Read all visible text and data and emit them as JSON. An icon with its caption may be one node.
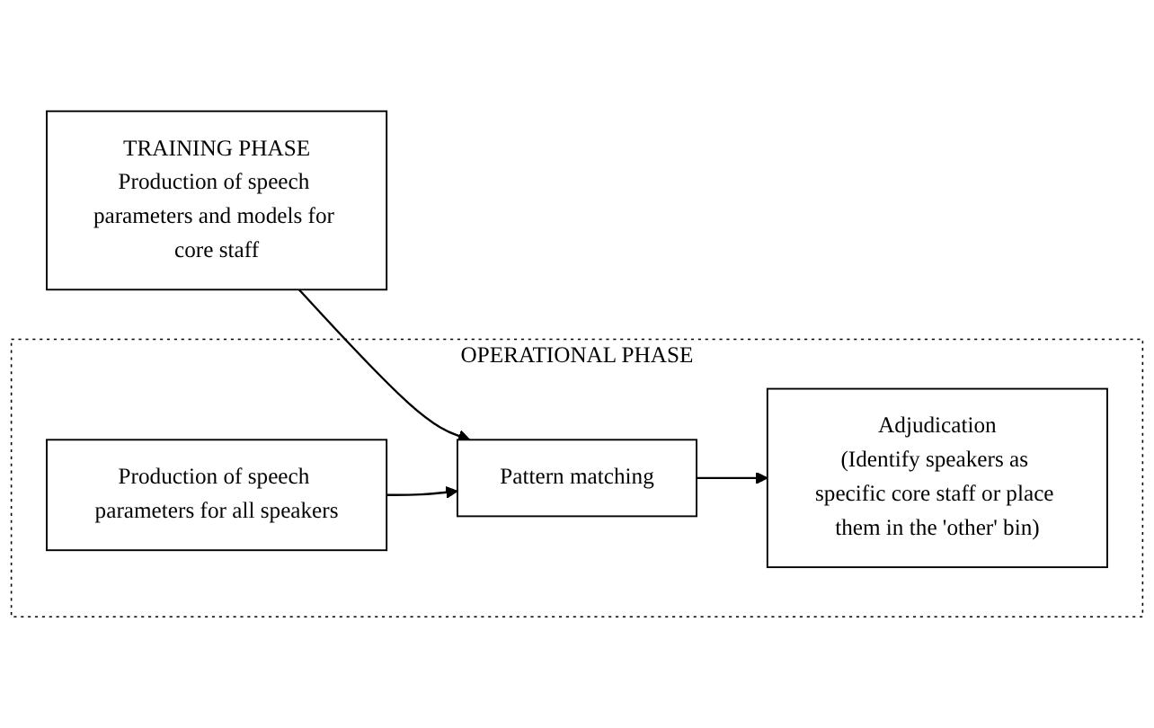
{
  "diagram": {
    "nodes": [
      {
        "text": [
          "OPERATIONAL PHASE"
        ]
      },
      {
        "text": [
          "TRAINING PHASE",
          "Production of speech parameters and models for core staff"
        ]
      },
      {
        "text": [
          "Pattern matching"
        ],
        "in": 0
      },
      {
        "text": [
          "Production of speech parameters for all speakers"
        ],
        "in": 0
      },
      {
        "text": [
          "Adjudication",
          "(Identify speakers as specific core staff or place them in the 'other' bin)"
        ],
        "in": 0
      }
    ],
    "edges": [
      {
        "from": 1,
        "to": 2,
        "arrow": "to"
      },
      {
        "from": 3,
        "to": 2,
        "arrow": "to"
      },
      {
        "from": 2,
        "to": 4,
        "arrow": "to"
      }
    ]
  }
}
